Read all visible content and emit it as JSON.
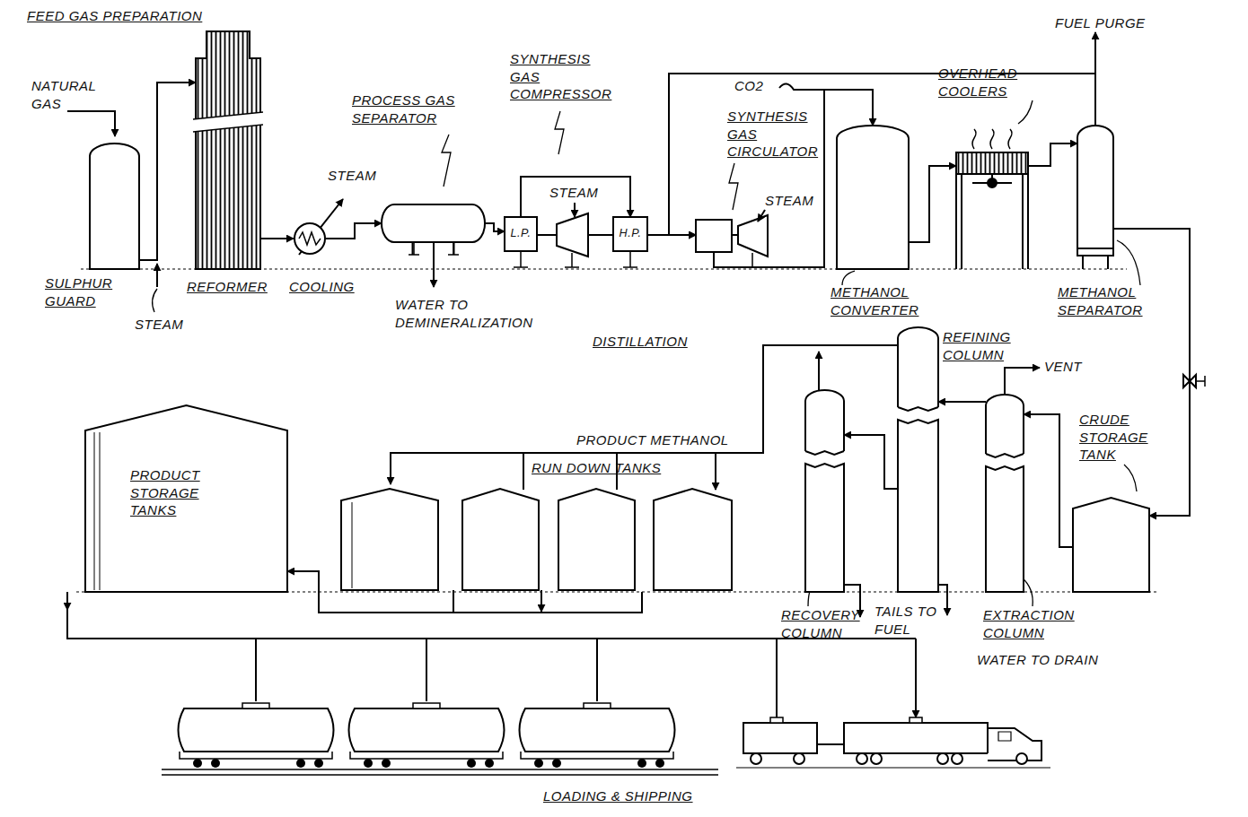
{
  "diagram": {
    "nodes": [
      {
        "text": [
          "SULPHUR GUARD"
        ]
      },
      {
        "text": [
          "REFORMER"
        ]
      },
      {
        "text": [
          "COOLING"
        ]
      },
      {
        "text": [
          "PROCESS GAS SEPARATOR"
        ]
      },
      {
        "text": [
          "L.P."
        ]
      },
      {
        "text": [
          "H.P."
        ]
      },
      {
        "text": [
          "SYNTHESIS GAS CIRCULATOR"
        ]
      },
      {
        "text": [
          "METHANOL CONVERTER"
        ]
      },
      {
        "text": [
          "OVERHEAD COOLERS"
        ]
      },
      {
        "text": [
          "METHANOL SEPARATOR"
        ]
      },
      {
        "text": [
          "CRUDE STORAGE TANK"
        ]
      },
      {
        "text": [
          "EXTRACTION COLUMN"
        ]
      },
      {
        "text": [
          "REFINING COLUMN"
        ]
      },
      {
        "text": [
          "RECOVERY COLUMN"
        ]
      },
      {
        "text": [
          "RUN DOWN TANKS"
        ]
      },
      {
        "text": [
          "PRODUCT STORAGE TANKS"
        ]
      }
    ],
    "edges": [
      {
        "from": 0,
        "to": 1,
        "arrow": "to"
      },
      {
        "from": 1,
        "to": 2,
        "arrow": "to"
      },
      {
        "from": 2,
        "to": 3,
        "arrow": "to"
      },
      {
        "from": 3,
        "to": 4,
        "arrow": "to"
      },
      {
        "from": 4,
        "to": 5,
        "arrow": "to"
      },
      {
        "from": 5,
        "to": 6,
        "arrow": "to"
      },
      {
        "from": 6,
        "to": 7,
        "arrow": "to"
      },
      {
        "from": 7,
        "to": 8,
        "arrow": "to"
      },
      {
        "from": 8,
        "to": 9,
        "arrow": "to"
      },
      {
        "from": 9,
        "to": 6,
        "arrow": "to"
      },
      {
        "from": 9,
        "to": 10,
        "arrow": "to"
      },
      {
        "from": 10,
        "to": 11,
        "arrow": "to"
      },
      {
        "from": 11,
        "to": 12,
        "arrow": "to"
      },
      {
        "from": 12,
        "to": 13,
        "arrow": "to"
      },
      {
        "from": 12,
        "to": 14,
        "label": "PRODUCT METHANOL",
        "arrow": "to"
      },
      {
        "from": 14,
        "to": 15,
        "arrow": "to"
      }
    ],
    "labels": [
      "FEED GAS PREPARATION",
      "NATURAL GAS",
      "STEAM",
      "STEAM",
      "WATER TO DEMINERALIZATION",
      "SYNTHESIS GAS COMPRESSOR",
      "STEAM",
      "CO2",
      "STEAM",
      "FUEL PURGE",
      "DISTILLATION",
      "VENT",
      "TAILS TO FUEL",
      "WATER TO DRAIN",
      "LOADING & SHIPPING"
    ]
  }
}
